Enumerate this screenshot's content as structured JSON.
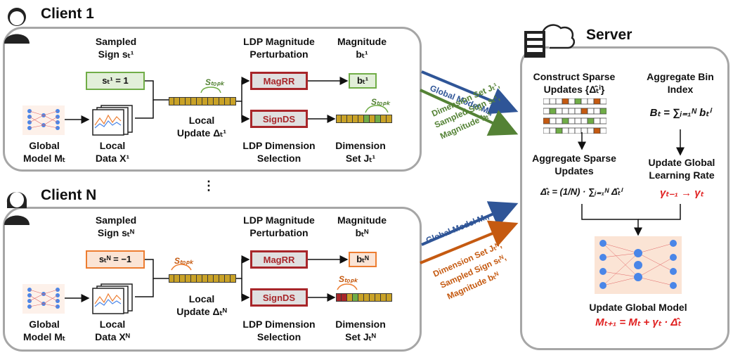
{
  "client1": {
    "title": "Client 1",
    "sampled_sign": "Sampled\nSign sₜ¹",
    "sign_value": "sₜ¹ = 1",
    "ldp_mag": "LDP Magnitude\nPerturbation",
    "magnitude": "Magnitude\nbₜ¹",
    "mag_value": "bₜ¹",
    "magrr": "MagRR",
    "signds": "SignDS",
    "s_topk": "Sₜₒₚₖ",
    "global_model": "Global\nModel Mₜ",
    "local_data": "Local\nData X¹",
    "local_update": "Local\nUpdate Δₜ¹",
    "ldp_dim": "LDP Dimension\nSelection",
    "dim_set": "Dimension\nSet Jₜ¹"
  },
  "clientN": {
    "title": "Client N",
    "sampled_sign": "Sampled\nSign sₜᴺ",
    "sign_value": "sₜᴺ = −1",
    "ldp_mag": "LDP Magnitude\nPerturbation",
    "magnitude": "Magnitude\nbₜᴺ",
    "mag_value": "bₜᴺ",
    "magrr": "MagRR",
    "signds": "SignDS",
    "s_topk": "Sₜₒₚₖ",
    "global_model": "Global\nModel Mₜ",
    "local_data": "Local\nData Xᴺ",
    "local_update": "Local\nUpdate Δₜᴺ",
    "ldp_dim": "LDP Dimension\nSelection",
    "dim_set": "Dimension\nSet Jₜᴺ"
  },
  "dots": "⋮",
  "arrows": {
    "top_blue": "Global Model Mₜ,",
    "top_green": [
      "Dimension Set Jₜ¹,",
      "Sampled Sign sₜ¹,",
      "Magnitude bₜ¹"
    ],
    "bot_blue": "Global Model Mₜ,",
    "bot_orange": [
      "Dimension Set Jₜᴺ,",
      "Sampled Sign sₜᴺ,",
      "Magnitude bₜᴺ"
    ]
  },
  "server": {
    "title": "Server",
    "construct": "Construct Sparse\nUpdates {Δ̂ₜⁱ}",
    "aggregate_bin": "Aggregate Bin\nIndex",
    "bin_formula": "Bₜ = ∑ᵢ₌₁ᴺ bₜⁱ",
    "aggregate_sparse": "Aggregate Sparse\nUpdates",
    "sparse_formula": "Δ̂ₜ = (1/N) · ∑ᵢ₌₁ᴺ Δ̂ₜⁱ",
    "update_lr": "Update Global\nLearning Rate",
    "lr_formula": "γₜ₋₁ → γₜ",
    "update_model": "Update Global Model",
    "model_formula": "Mₜ₊₁ = Mₜ + γₜ · Δ̂ₜ"
  },
  "colors": {
    "box_border": "#a6a6a6",
    "green": "#548235",
    "orange": "#c55a11",
    "blue": "#2f5597",
    "red": "#e02020",
    "strip_gold": "#c9a227"
  }
}
